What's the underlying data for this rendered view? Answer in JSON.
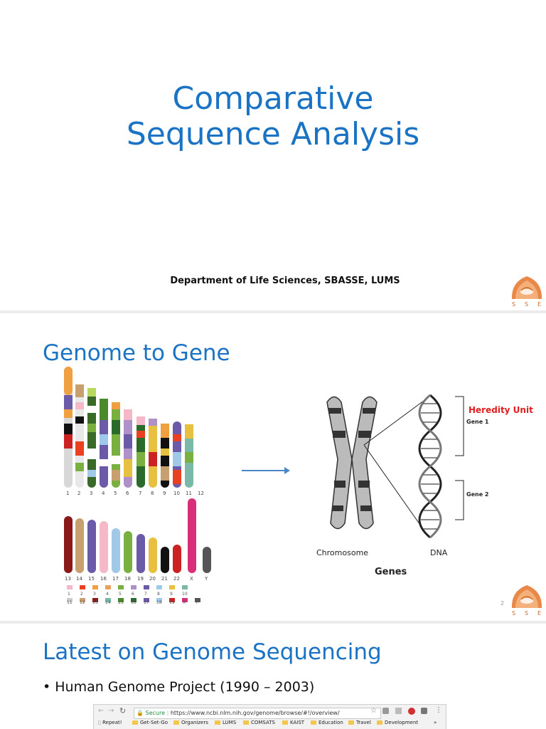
{
  "slide1": {
    "title_line1": "Comparative",
    "title_line2": "Sequence Analysis",
    "department": "Department of Life Sciences, SBASSE, LUMS",
    "logo_letters": [
      "S",
      "S",
      "E"
    ]
  },
  "slide2": {
    "title": "Genome to Gene",
    "chromosome_labels_row1": [
      "1",
      "2",
      "3",
      "4",
      "5",
      "6",
      "7",
      "8",
      "9",
      "10",
      "11",
      "12"
    ],
    "chromosome_labels_row2": [
      "13",
      "14",
      "15",
      "16",
      "17",
      "18",
      "19",
      "20",
      "21",
      "22",
      "X",
      "Y"
    ],
    "legend_row1": [
      "1",
      "2",
      "3",
      "4",
      "5",
      "6",
      "7",
      "8",
      "9",
      "10"
    ],
    "legend_row2": [
      "11",
      "12",
      "13",
      "14",
      "15",
      "16",
      "17",
      "18",
      "19",
      "X",
      "Y"
    ],
    "heredity_unit": "Heredity Unit",
    "gene1": "Gene 1",
    "gene2": "Gene 2",
    "chromosome_label": "Chromosome",
    "dna_label": "DNA",
    "genes_label": "Genes",
    "slide_number": "2",
    "logo_letters": [
      "S",
      "S",
      "E"
    ]
  },
  "slide3": {
    "title": "Latest on Genome Sequencing",
    "bullet": "Human Genome Project (1990 – 2003)",
    "browser": {
      "secure_label": "Secure",
      "url": "https://www.ncbi.nlm.nih.gov/genome/browse/#!/overview/",
      "bookmarks": [
        "Repeat!",
        "Get-Set-Go",
        "Organizers",
        "LUMS",
        "COMSATS",
        "KAIST",
        "Education",
        "Travel",
        "Development"
      ],
      "more": "»"
    }
  },
  "colors": {
    "title_blue": "#1a73c4",
    "heredity_red": "#e02020",
    "logo_orange": "#e8894a"
  }
}
